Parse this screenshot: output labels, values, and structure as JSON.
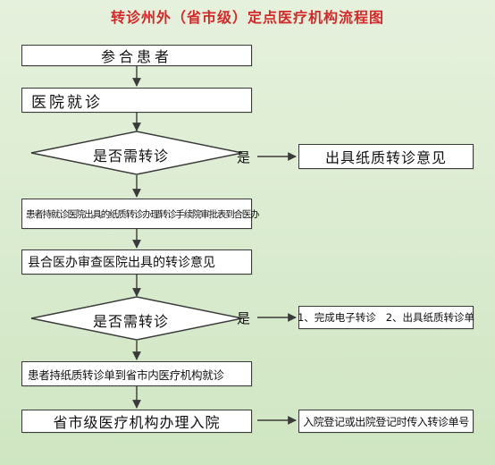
{
  "title": "转诊州外（省市级）定点医疗机构流程图",
  "nodes": {
    "start": "参合患者",
    "hospital_visit": "医院就诊",
    "decision1": "是否需转诊",
    "yes1": "是",
    "out1": "出具纸质转诊意见",
    "step_apply": "患者持就诊医院出具的纸质转诊办理转诊手续院审批表到合医办",
    "step_review": "县合医办审查医院出具的转诊意见",
    "decision2": "是否需转诊",
    "yes2": "是",
    "out2": "1、完成电子转诊   2、出具纸质转诊单",
    "step_visit": "患者持纸质转诊单到省市内医疗机构就诊",
    "step_admit": "省市级医疗机构办理入院",
    "out3": "入院登记或出院登记时传入转诊单号"
  },
  "colors": {
    "title": "#d22a2a",
    "background": "#d8ebcd",
    "box_fill": "#ffffff",
    "border": "#3a3a3a"
  }
}
